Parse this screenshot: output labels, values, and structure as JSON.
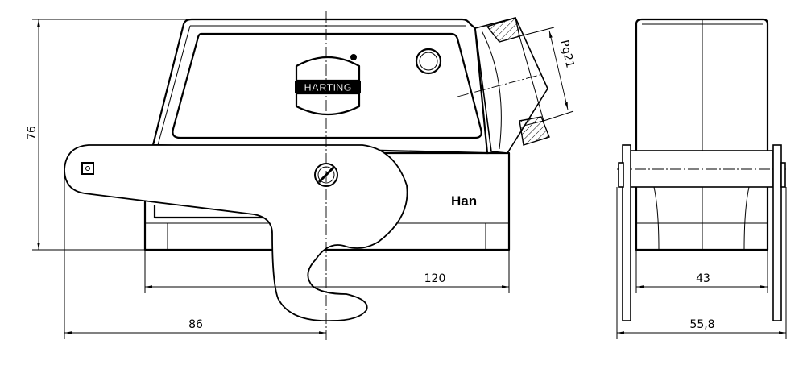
{
  "drawing": {
    "brand_logo": "HARTING",
    "product_mark": "Han",
    "thread_label": "Pg21",
    "dimensions": {
      "height": "76",
      "base_length": "120",
      "lever_reach": "86",
      "base_width": "43",
      "overall_width": "55,8"
    }
  }
}
